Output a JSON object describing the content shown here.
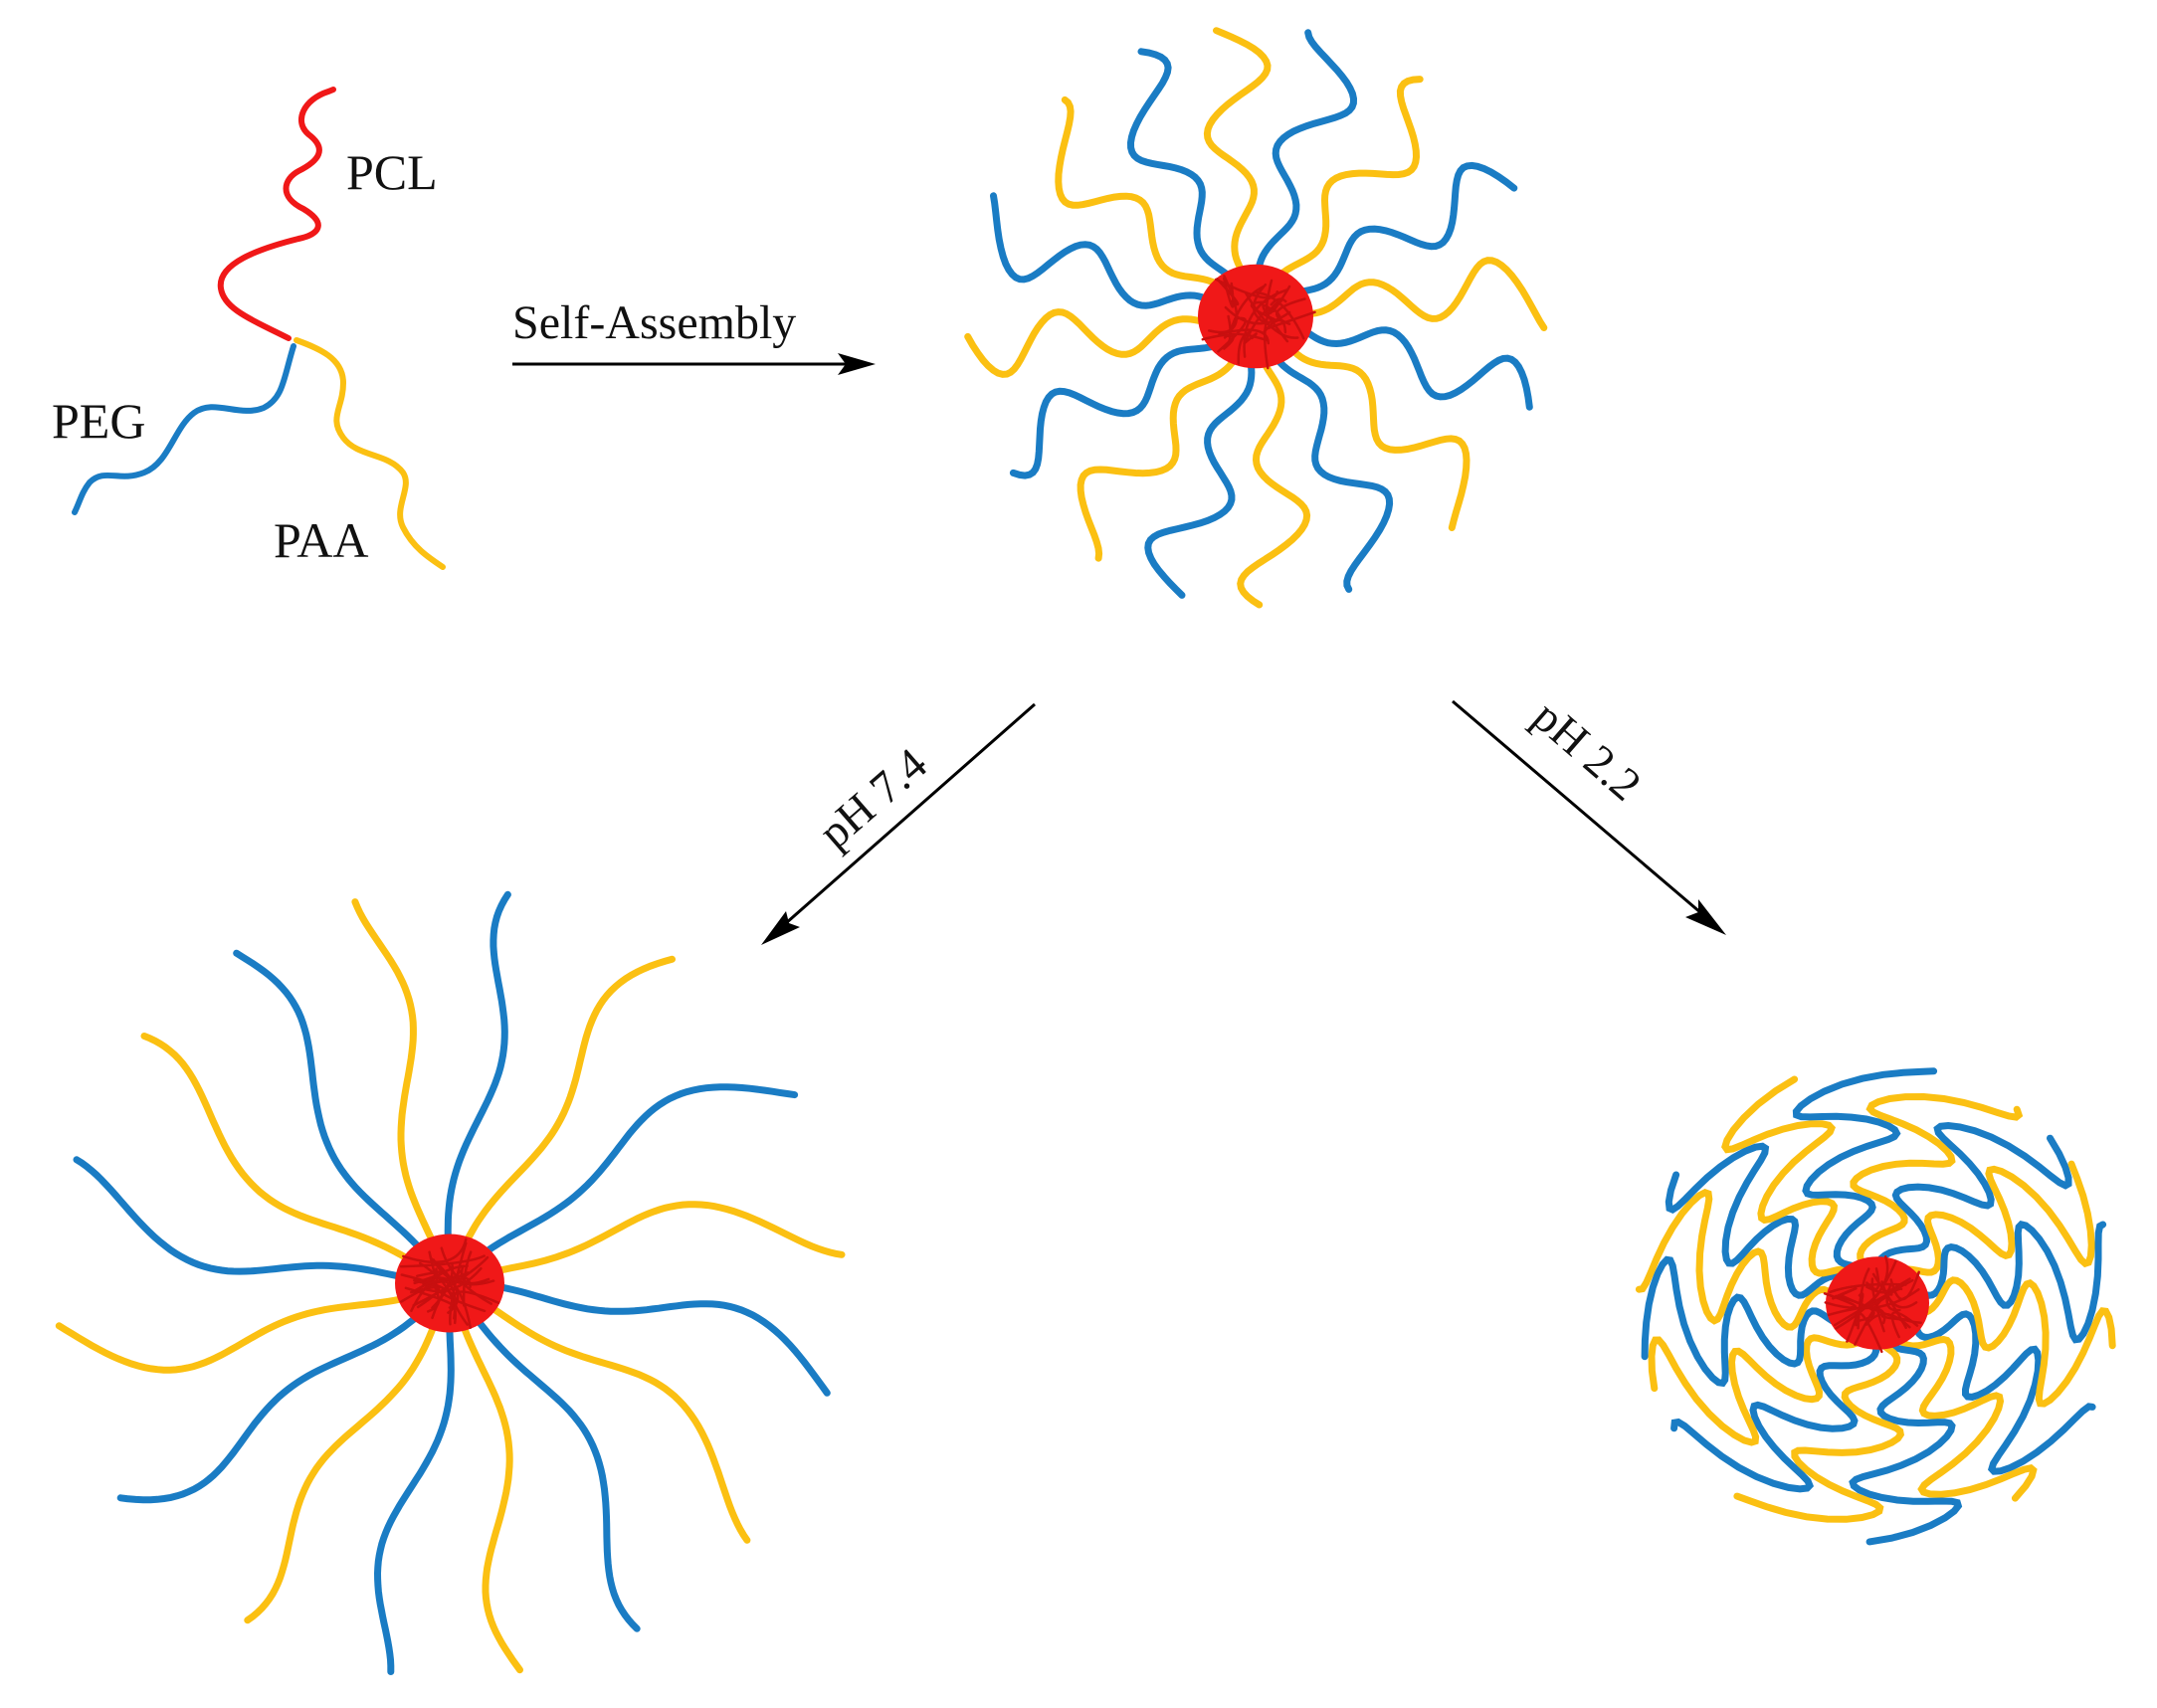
{
  "labels": {
    "pcl": "PCL",
    "peg": "PEG",
    "paa": "PAA",
    "self_assembly": "Self-Assembly",
    "ph_neutral": "pH 7.4",
    "ph_acidic": "pH 2.2"
  },
  "colors": {
    "pcl": "#f01818",
    "peg": "#1a7cc4",
    "paa": "#fbc012",
    "arrow": "#000000"
  },
  "micelles": [
    {
      "name": "micelle-initial",
      "state": "self-assembled",
      "arms_per_block": 8
    },
    {
      "name": "micelle-ph-7-4",
      "state": "extended",
      "arms_per_block": 8
    },
    {
      "name": "micelle-ph-2-2",
      "state": "collapsed",
      "arms_per_block": 8
    }
  ]
}
